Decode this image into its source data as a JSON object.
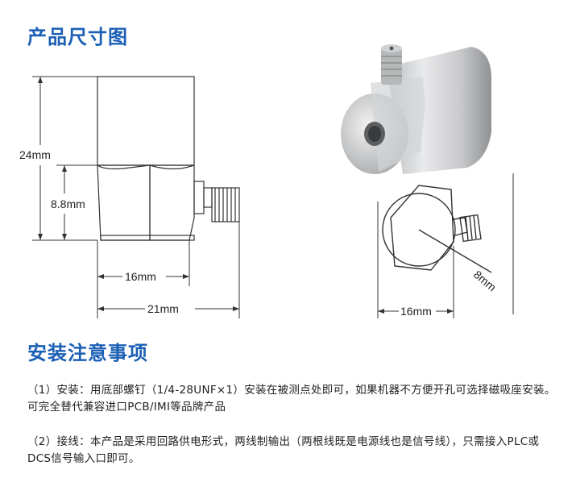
{
  "section_dimensions": {
    "title": "产品尺寸图"
  },
  "section_install": {
    "title": "安装注意事项"
  },
  "drawing_side": {
    "dim_total_height": "24mm",
    "dim_hex_height": "8.8mm",
    "dim_hex_width": "16mm",
    "dim_total_width": "21mm"
  },
  "drawing_top": {
    "dim_radius": "8mm",
    "dim_width": "16mm"
  },
  "notes": {
    "p1": "（1）安装：用底部螺钉（1/4-28UNF×1）安装在被测点处即可，如果机器不方便开孔可选择磁吸座安装。可完全替代兼容进口PCB/IMI等品牌产品",
    "p2": "（2）接线：本产品是采用回路供电形式，两线制输出（两根线既是电源线也是信号线），只需接入PLC或DCS信号输入口即可。"
  }
}
